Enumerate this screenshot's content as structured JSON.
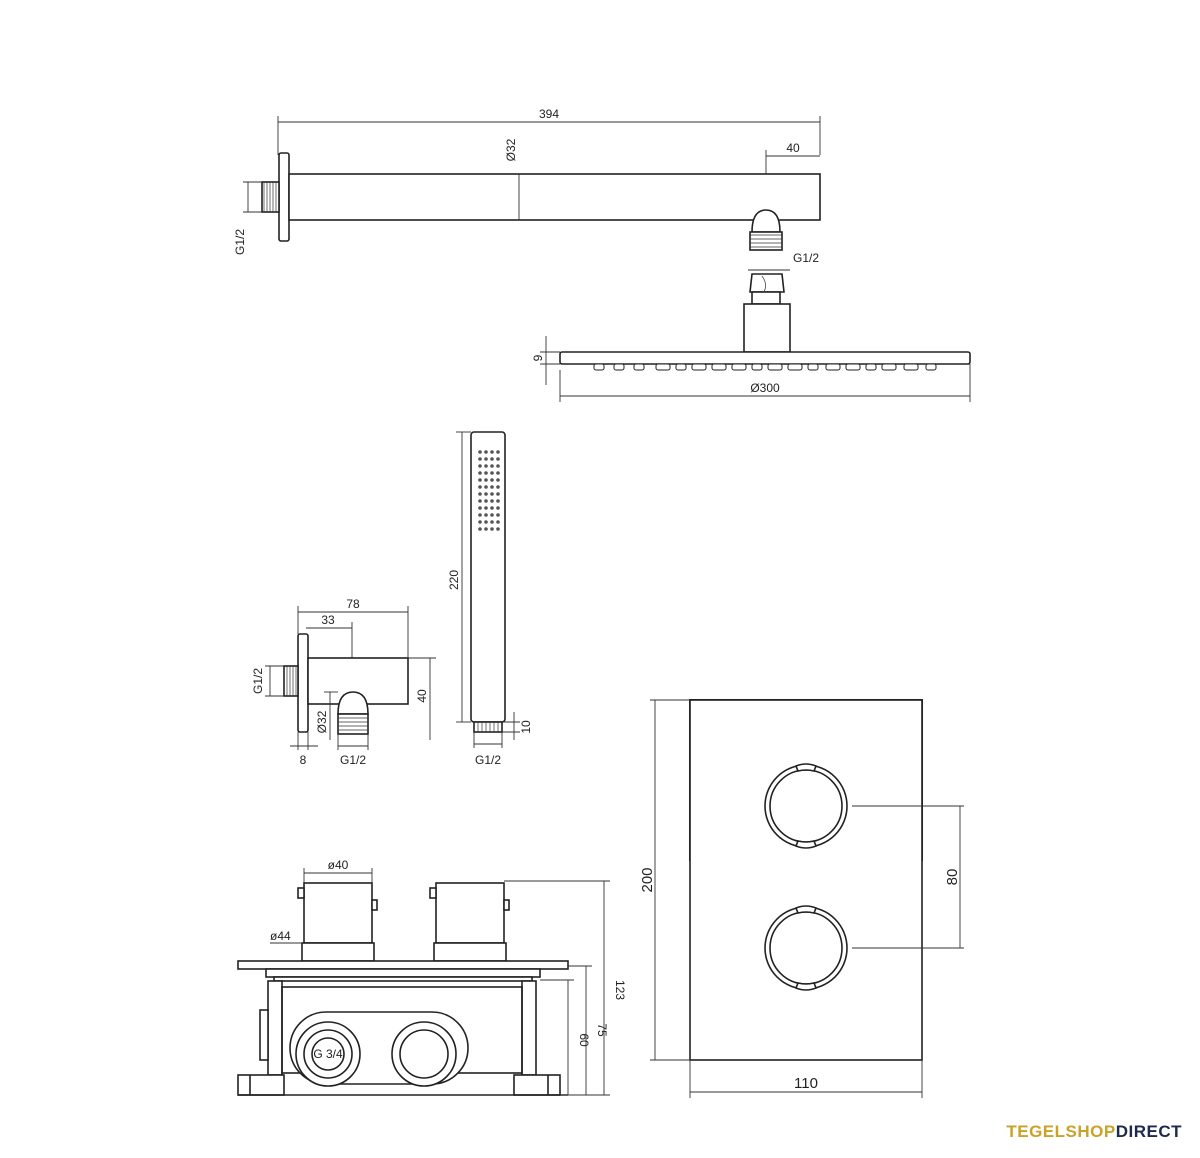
{
  "diagram": {
    "shower_arm": {
      "length": "394",
      "diameter": "Ø32",
      "offset": "40",
      "thread_wall": "G1/2",
      "thread_head": "G1/2"
    },
    "shower_head": {
      "thickness": "9",
      "diameter": "Ø300"
    },
    "hand_shower": {
      "length": "220",
      "connector": "10",
      "thread": "G1/2"
    },
    "wall_outlet": {
      "depth": "78",
      "offset": "33",
      "thread_wall": "G1/2",
      "height": "40",
      "diameter": "Ø32",
      "flange": "8",
      "thread_out": "G1/2"
    },
    "box_side": {
      "knob_diameter": "ø40",
      "rosette_diameter": "ø44",
      "total_height": "123",
      "box_height_outer": "75",
      "box_height_inner": "60",
      "inlet": "G 3/4"
    },
    "front_plate": {
      "height": "200",
      "spacing": "80",
      "width": "110"
    }
  },
  "brand": {
    "part1": "TEGELSHOP",
    "part2": "DIRECT"
  }
}
